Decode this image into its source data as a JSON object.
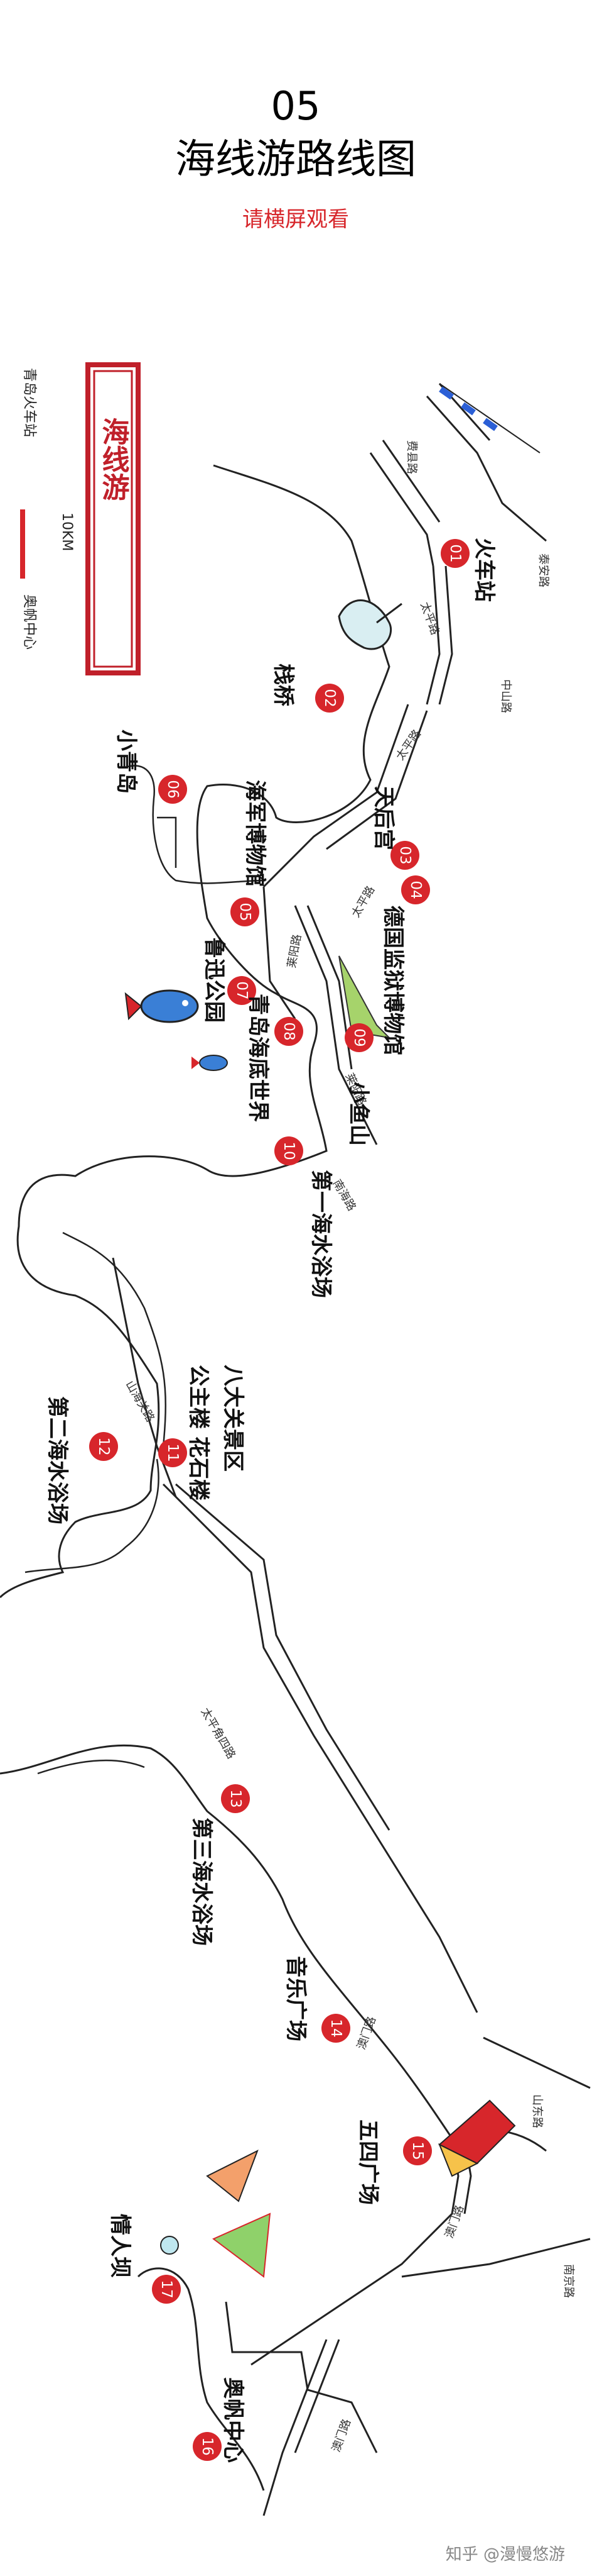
{
  "header": {
    "number": "05",
    "title": "海线游路线图",
    "subtitle": "请横屏观看"
  },
  "stamp": {
    "text": "海线游"
  },
  "legend": {
    "start": "青岛火车站",
    "distance": "10KM",
    "end": "奥帆中心",
    "line_color": "#d7262b"
  },
  "stops": [
    {
      "num": "01",
      "name": "火车站"
    },
    {
      "num": "02",
      "name": "栈桥"
    },
    {
      "num": "03",
      "name": "天后宫"
    },
    {
      "num": "04",
      "name": "德国监狱博物馆"
    },
    {
      "num": "05",
      "name": "海军博物馆"
    },
    {
      "num": "06",
      "name": "小青岛"
    },
    {
      "num": "07",
      "name": "鲁迅公园"
    },
    {
      "num": "08",
      "name": "青岛海底世界"
    },
    {
      "num": "09",
      "name": "小鱼山"
    },
    {
      "num": "10",
      "name": "第一海水浴场"
    },
    {
      "num": "11",
      "name": "八大关景区"
    },
    {
      "num": "11b",
      "name": "公主楼 花石楼"
    },
    {
      "num": "12",
      "name": "第二海水浴场"
    },
    {
      "num": "13",
      "name": "第三海水浴场"
    },
    {
      "num": "14",
      "name": "音乐广场"
    },
    {
      "num": "15",
      "name": "五四广场"
    },
    {
      "num": "16",
      "name": "奥帆中心"
    },
    {
      "num": "17",
      "name": "情人坝"
    }
  ],
  "roads": {
    "r1": "费县路",
    "r2": "泰安路",
    "r3": "太平路",
    "r4": "中山路",
    "r5": "太平路",
    "r6": "太平路",
    "r7": "莱阳路",
    "r8": "莱阳路",
    "r9": "南海路",
    "r10": "山海关路",
    "r11": "太平角四路",
    "r12": "澳门路",
    "r13": "山东路",
    "r14": "澳门路",
    "r15": "南京路",
    "r16": "澳门路"
  },
  "watermark": "知乎 @漫慢悠游",
  "colors": {
    "marker": "#d7262b",
    "line": "#222222",
    "hill": "#a6d36b"
  }
}
